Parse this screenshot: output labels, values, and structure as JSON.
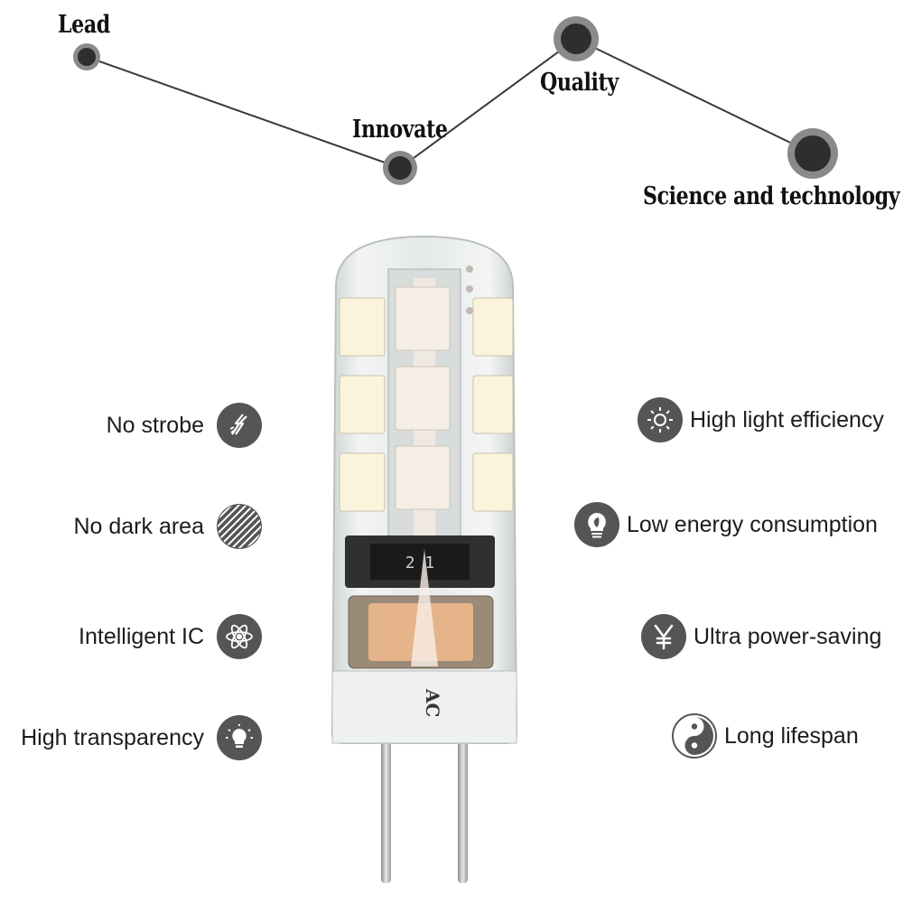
{
  "timeline": {
    "nodes": [
      {
        "label": "Lead"
      },
      {
        "label": "Innovate"
      },
      {
        "label": "Quality"
      },
      {
        "label": "Science and technology"
      }
    ]
  },
  "features_left": [
    {
      "label": "No strobe",
      "icon": "lightning-icon"
    },
    {
      "label": "No dark area",
      "icon": "stripes-icon"
    },
    {
      "label": "Intelligent IC",
      "icon": "atom-icon"
    },
    {
      "label": "High transparency",
      "icon": "lightbulb-icon"
    }
  ],
  "features_right": [
    {
      "label": "High light efficiency",
      "icon": "sun-icon"
    },
    {
      "label": "Low energy consumption",
      "icon": "leaf-bulb-icon"
    },
    {
      "label": "Ultra power-saving",
      "icon": "yen-icon"
    },
    {
      "label": "Long lifespan",
      "icon": "yin-yang-icon"
    }
  ],
  "bulb": {
    "marking_chip": "2 1",
    "marking_base": "AC"
  },
  "colors": {
    "icon_bg": "#555555",
    "text": "#1c1c1c",
    "led": "#fbf3dc"
  }
}
